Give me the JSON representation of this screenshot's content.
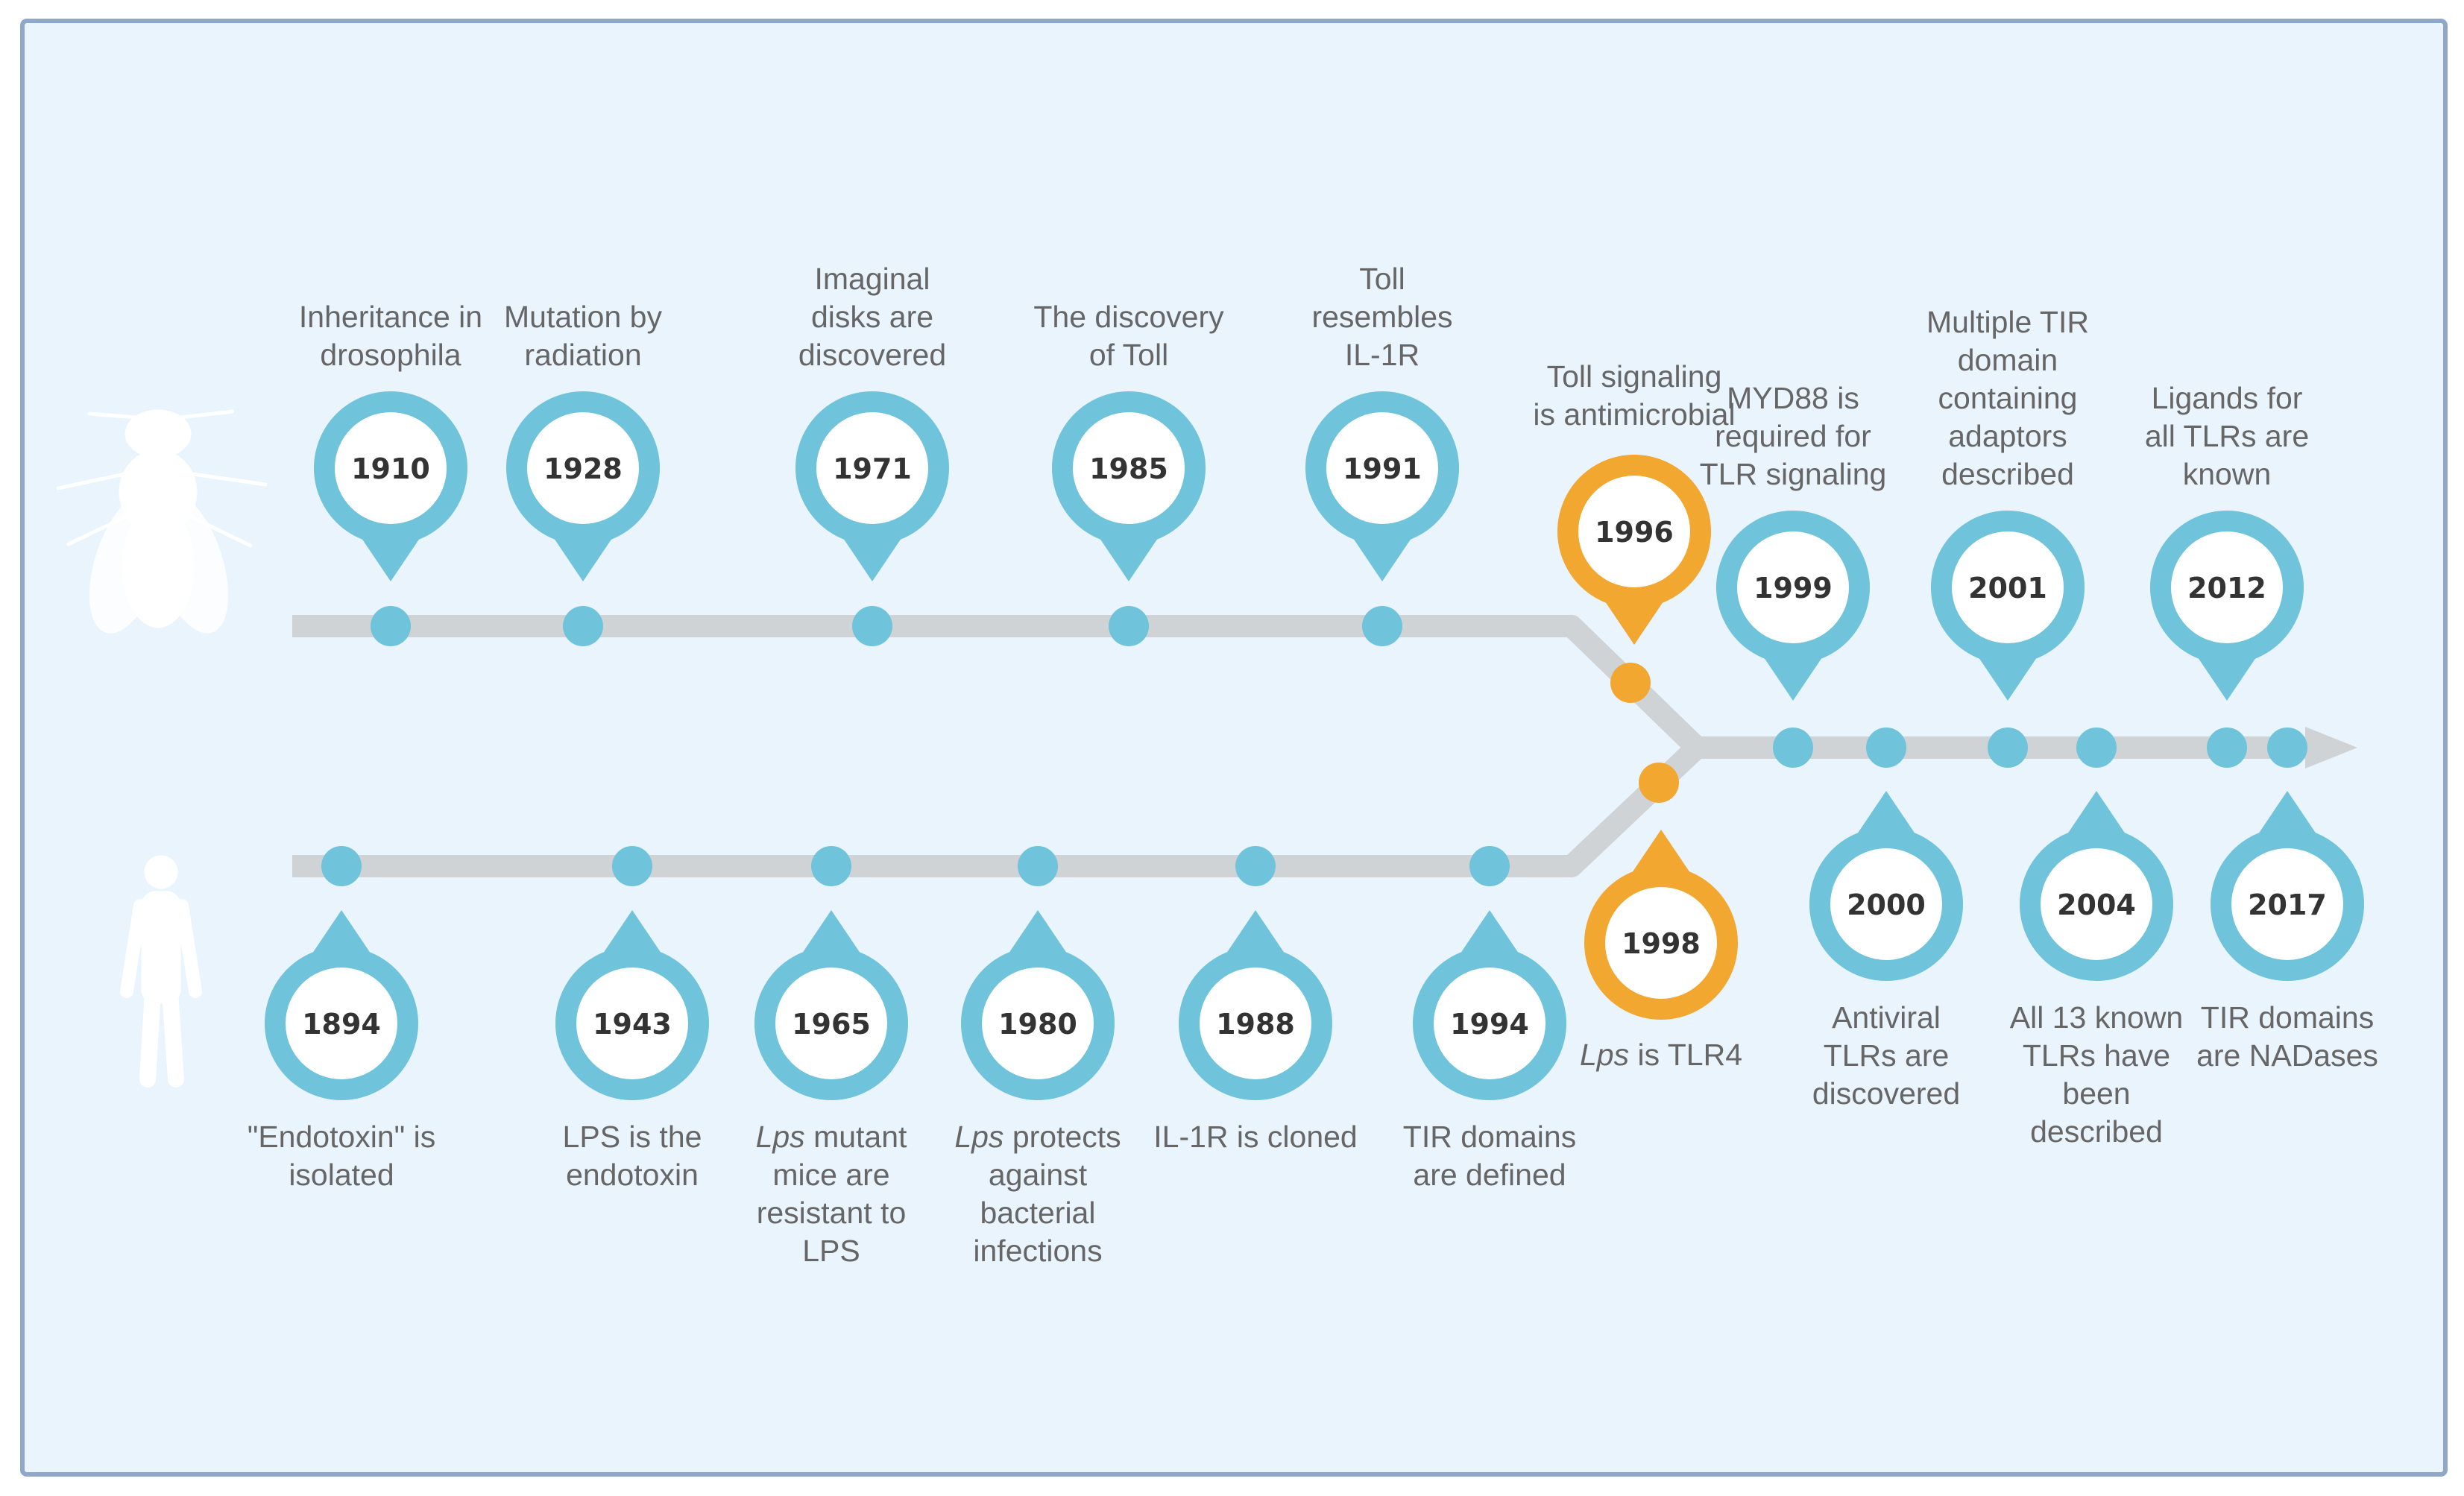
{
  "colors": {
    "background": "#eaf4fd",
    "border": "#8fa8c8",
    "track": "#cfd3d6",
    "blue_marker": "#6fc3db",
    "orange_marker": "#f2a730",
    "silhouette": "#ffffff",
    "label_text": "#666666",
    "year_text": "#333333"
  },
  "icons": {
    "fly": "fruit-fly-silhouette-icon",
    "human": "human-silhouette-icon",
    "arrow": "arrow-head-icon"
  },
  "events_top": [
    {
      "year": "1910",
      "label": "Inheritance in\ndrosophila"
    },
    {
      "year": "1928",
      "label": "Mutation by\nradiation"
    },
    {
      "year": "1971",
      "label": "Imaginal\ndisks are\ndiscovered"
    },
    {
      "year": "1985",
      "label": "The discovery\nof Toll"
    },
    {
      "year": "1991",
      "label": "Toll\nresembles\nIL-1R"
    },
    {
      "year": "1996",
      "label": "Toll signaling\nis antimicrobial",
      "highlight": true
    }
  ],
  "events_bottom": [
    {
      "year": "1894",
      "label": "\"Endotoxin\" is\nisolated"
    },
    {
      "year": "1943",
      "label": "LPS is the\nendotoxin"
    },
    {
      "year": "1965",
      "italic": "Lps",
      "label": " mutant\nmice are\nresistant to\nLPS"
    },
    {
      "year": "1980",
      "italic": "Lps",
      "label": " protects\nagainst\nbacterial\ninfections"
    },
    {
      "year": "1988",
      "label": "IL-1R is cloned"
    },
    {
      "year": "1994",
      "label": "TIR domains\nare defined"
    },
    {
      "year": "1998",
      "italic": "Lps",
      "label": " is TLR4",
      "highlight": true
    }
  ],
  "events_merged": [
    {
      "year": "1999",
      "position": "above",
      "label": "MYD88 is\nrequired for\nTLR signaling"
    },
    {
      "year": "2000",
      "position": "below",
      "label": "Antiviral\nTLRs are\ndiscovered"
    },
    {
      "year": "2001",
      "position": "above",
      "label": "Multiple TIR\ndomain\ncontaining\nadaptors\ndescribed"
    },
    {
      "year": "2004",
      "position": "below",
      "label": "All 13 known\nTLRs have\nbeen\ndescribed"
    },
    {
      "year": "2012",
      "position": "above",
      "label": "Ligands for\nall TLRs are\nknown"
    },
    {
      "year": "2017",
      "position": "below",
      "label": "TIR domains\nare NADases"
    }
  ]
}
